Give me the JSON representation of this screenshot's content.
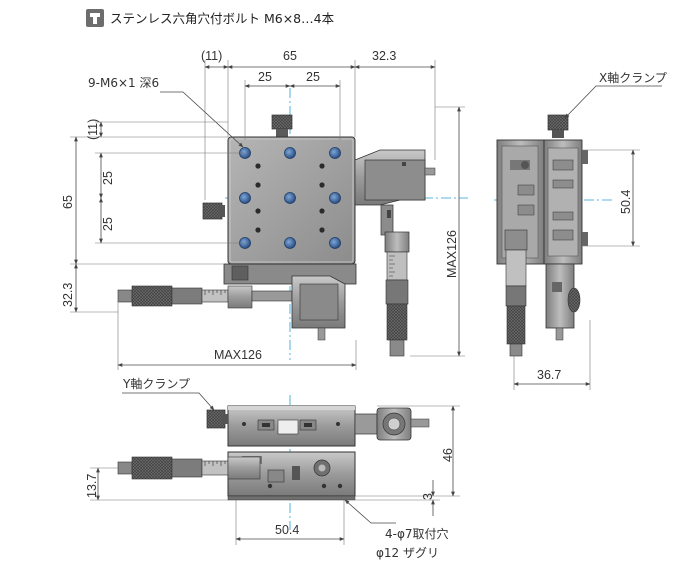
{
  "header": {
    "icon": "hex-bolt-icon",
    "title": "ステンレス六角穴付ボルト M6×8…4本"
  },
  "top_view": {
    "dims": {
      "d11_top": "(11)",
      "d65_top": "65",
      "d32_3_top": "32.3",
      "d25_a": "25",
      "d25_b": "25",
      "d11_left": "(11)",
      "d25_c": "25",
      "d65_left": "65",
      "d25_d": "25",
      "d32_3_left": "32.3",
      "max126_bottom": "MAX126",
      "max126_right": "MAX126"
    },
    "holes_label": "9-M6×1 深6"
  },
  "side_view": {
    "x_clamp": "X軸クランプ",
    "d50_4": "50.4",
    "d36_7": "36.7"
  },
  "front_view": {
    "y_clamp": "Y軸クランプ",
    "d46": "46",
    "d13_7": "13.7",
    "d3": "3",
    "d50_4": "50.4",
    "mount_holes": "4-φ7取付穴",
    "counterbore": "φ12 ザグリ"
  },
  "colors": {
    "body_gray": "#9a9a9a",
    "dark_gray": "#555555",
    "center_line": "#2a9fd6",
    "hole_blue": "#3f6fa8"
  }
}
